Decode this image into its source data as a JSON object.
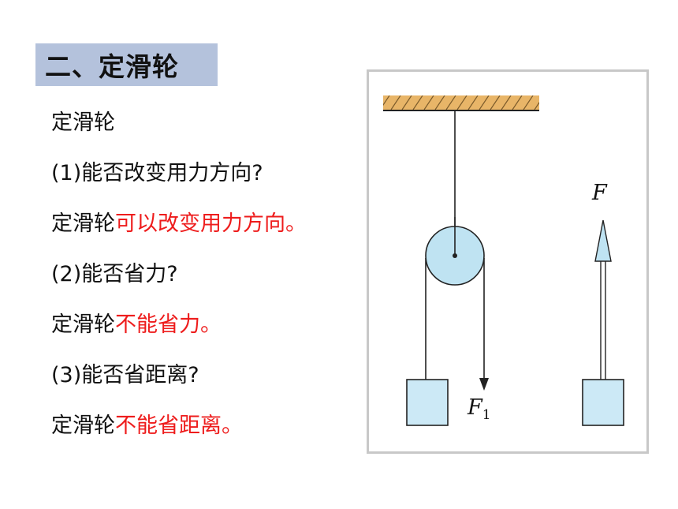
{
  "heading": "二、定滑轮",
  "lines": [
    {
      "black": "定滑轮",
      "red": ""
    },
    {
      "black": "(1)能否改变用力方向?",
      "red": ""
    },
    {
      "black": "定滑轮",
      "red": "可以改变用力方向。"
    },
    {
      "black": "(2)能否省力?",
      "red": ""
    },
    {
      "black": "定滑轮",
      "red": "不能省力。"
    },
    {
      "black": "(3)能否省距离?",
      "red": ""
    },
    {
      "black": "定滑轮",
      "red": "不能省距离。"
    }
  ],
  "figure": {
    "label_f": "F",
    "label_f1_main": "F",
    "label_f1_sub": "1"
  },
  "colors": {
    "heading_bg": "#b4c2dc",
    "answer_red": "#ee1c1c",
    "pulley_fill": "#bfe3f2",
    "block_fill": "#cce9f6",
    "ceiling_fill": "#e8b568"
  }
}
